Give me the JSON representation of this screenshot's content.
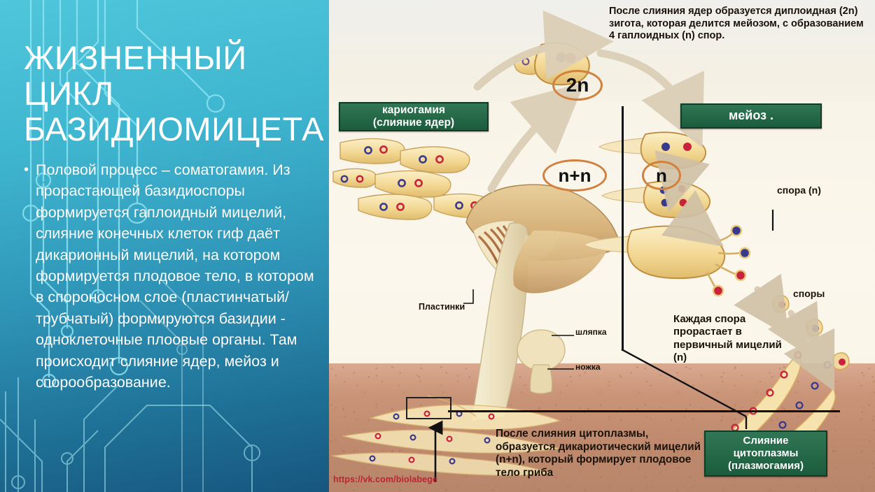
{
  "slide": {
    "title": "ЖИЗНЕННЫЙ ЦИКЛ\nБАЗИДИОМИЦЕТА",
    "bullet_marker": "•",
    "body_text": "Половой процесс – соматогамия. Из прорастающей базидиоспоры формируется гаплоидный мицелий, слияние конечных клеток гиф даёт дикарионный мицелий, на котором формируется плодовое тело, в котором в спороносном слое (пластинчатый/трубчатый) формируются базидии - одноклеточные плоовые органы. Там происходит слияние ядер, мейоз и спорообразование.",
    "theme": {
      "bg_top": "#4FC6DA",
      "bg_bottom": "#17567E",
      "text_color": "#FFFFFF",
      "accent_circuit": "#8FE3F0"
    }
  },
  "diagram": {
    "title_note": "После слияния ядер образуется диплоидная (2n) зигота, которая делится мейозом, с образованием 4 гаплоидных (n) спор.",
    "bottom_note": "После слияния цитоплазмы, образуется дикариотический мицелий (n+n), который формирует плодовое тело гриба",
    "green_boxes": [
      {
        "name": "karyogamy",
        "lines": [
          "кариогамия",
          "(слияние ядер)"
        ]
      },
      {
        "name": "meiosis",
        "lines": [
          "мейоз    ."
        ]
      },
      {
        "name": "plasmogamy",
        "lines": [
          "Слияние",
          "цитоплазмы",
          "(плазмогамия)"
        ]
      }
    ],
    "ploidy_labels": [
      {
        "name": "diploid",
        "text": "2n"
      },
      {
        "name": "dikaryon",
        "text": "n+n"
      },
      {
        "name": "haploid",
        "text": "n"
      }
    ],
    "callouts": [
      {
        "name": "spore-n",
        "text": "спора (n)"
      },
      {
        "name": "spores",
        "text": "споры"
      },
      {
        "name": "each-spore",
        "text": "Каждая спора прорастает в первичный мицелий (n)"
      }
    ],
    "mushroom_parts": [
      {
        "name": "gills",
        "text": "Пластинки"
      },
      {
        "name": "cap",
        "text": "шляпка"
      },
      {
        "name": "stipe",
        "text": "ножка"
      }
    ],
    "watermark": "https://vk.com/biolabege",
    "colors": {
      "green_box": "#1F6B46",
      "ploidy_ring": "#D1803E",
      "soil": "#C18A6E",
      "paper": "#F7F2E6",
      "watermark": "#BE2233",
      "nucleus_red": "#C8223C",
      "nucleus_blue": "#3A3A8C",
      "hypha_fill": "#F4D79C"
    }
  }
}
